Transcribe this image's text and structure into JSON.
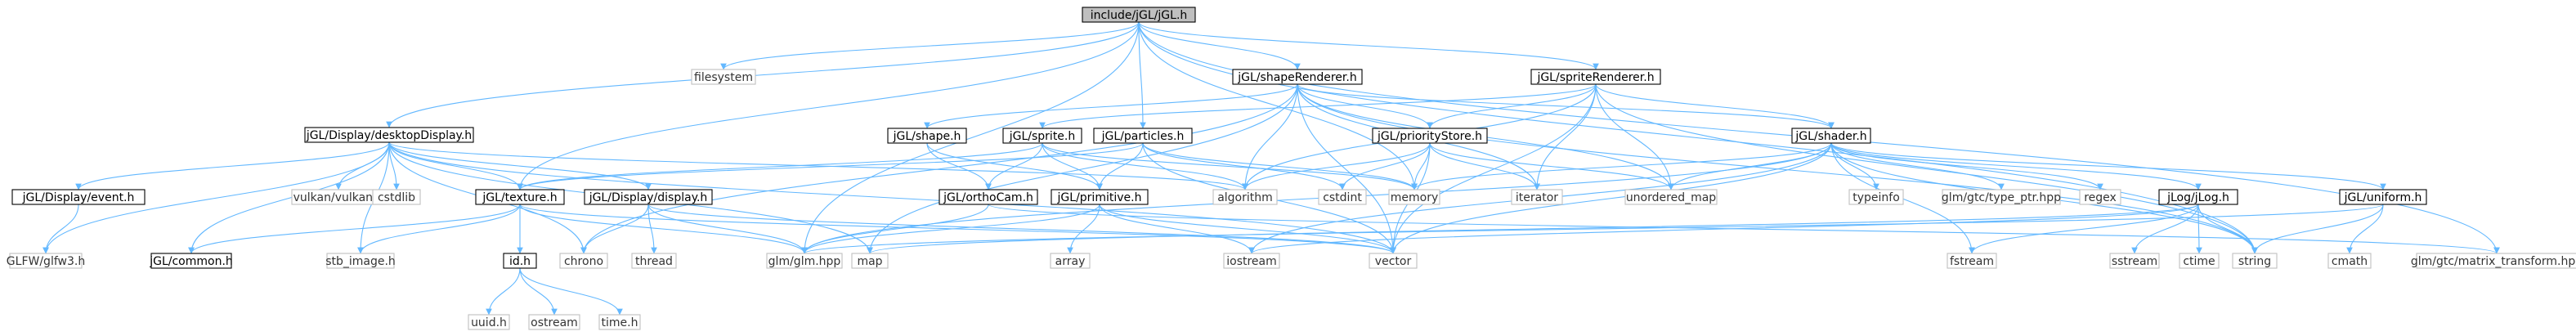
{
  "title": "include/jGL/jGL.h",
  "colors": {
    "edge": "#63b8ff",
    "root_fill": "#bfbfbf",
    "node_fill": "#ffffff",
    "node_border": "#000000",
    "system_border": "#c0c0c0"
  },
  "nodes": [
    {
      "id": "root",
      "label": "include/jGL/jGL.h",
      "kind": "root"
    },
    {
      "id": "filesystem",
      "label": "filesystem",
      "kind": "system"
    },
    {
      "id": "desktopDisplay",
      "label": "jGL/Display/desktopDisplay.h",
      "kind": "project"
    },
    {
      "id": "shapeRenderer",
      "label": "jGL/shapeRenderer.h",
      "kind": "project"
    },
    {
      "id": "spriteRenderer",
      "label": "jGL/spriteRenderer.h",
      "kind": "project"
    },
    {
      "id": "shape",
      "label": "jGL/shape.h",
      "kind": "project"
    },
    {
      "id": "sprite",
      "label": "jGL/sprite.h",
      "kind": "project"
    },
    {
      "id": "particles",
      "label": "jGL/particles.h",
      "kind": "project"
    },
    {
      "id": "priorityStore",
      "label": "jGL/priorityStore.h",
      "kind": "project"
    },
    {
      "id": "shader",
      "label": "jGL/shader.h",
      "kind": "project"
    },
    {
      "id": "event",
      "label": "jGL/Display/event.h",
      "kind": "project"
    },
    {
      "id": "vulkan",
      "label": "vulkan/vulkan.h",
      "kind": "system"
    },
    {
      "id": "cstdlib",
      "label": "cstdlib",
      "kind": "system"
    },
    {
      "id": "texture",
      "label": "jGL/texture.h",
      "kind": "project"
    },
    {
      "id": "display",
      "label": "jGL/Display/display.h",
      "kind": "project"
    },
    {
      "id": "orthoCam",
      "label": "jGL/orthoCam.h",
      "kind": "project"
    },
    {
      "id": "primitive",
      "label": "jGL/primitive.h",
      "kind": "project"
    },
    {
      "id": "algorithm",
      "label": "algorithm",
      "kind": "system"
    },
    {
      "id": "cstdint",
      "label": "cstdint",
      "kind": "system"
    },
    {
      "id": "memory",
      "label": "memory",
      "kind": "system"
    },
    {
      "id": "iterator",
      "label": "iterator",
      "kind": "system"
    },
    {
      "id": "unordered_map",
      "label": "unordered_map",
      "kind": "system"
    },
    {
      "id": "typeinfo",
      "label": "typeinfo",
      "kind": "system"
    },
    {
      "id": "type_ptr",
      "label": "glm/gtc/type_ptr.hpp",
      "kind": "system"
    },
    {
      "id": "regex",
      "label": "regex",
      "kind": "system"
    },
    {
      "id": "jLog",
      "label": "jLog/jLog.h",
      "kind": "project"
    },
    {
      "id": "uniform",
      "label": "jGL/uniform.h",
      "kind": "project"
    },
    {
      "id": "glfw3",
      "label": "GLFW/glfw3.h",
      "kind": "system"
    },
    {
      "id": "common",
      "label": "jGL/common.h",
      "kind": "project"
    },
    {
      "id": "stb_image",
      "label": "stb_image.h",
      "kind": "system"
    },
    {
      "id": "id",
      "label": "id.h",
      "kind": "project"
    },
    {
      "id": "chrono",
      "label": "chrono",
      "kind": "system"
    },
    {
      "id": "thread",
      "label": "thread",
      "kind": "system"
    },
    {
      "id": "glm",
      "label": "glm/glm.hpp",
      "kind": "system"
    },
    {
      "id": "map",
      "label": "map",
      "kind": "system"
    },
    {
      "id": "array",
      "label": "array",
      "kind": "system"
    },
    {
      "id": "iostream",
      "label": "iostream",
      "kind": "system"
    },
    {
      "id": "vector",
      "label": "vector",
      "kind": "system"
    },
    {
      "id": "fstream",
      "label": "fstream",
      "kind": "system"
    },
    {
      "id": "sstream",
      "label": "sstream",
      "kind": "system"
    },
    {
      "id": "ctime",
      "label": "ctime",
      "kind": "system"
    },
    {
      "id": "string",
      "label": "string",
      "kind": "system"
    },
    {
      "id": "cmath",
      "label": "cmath",
      "kind": "system"
    },
    {
      "id": "matrix_transform",
      "label": "glm/gtc/matrix_transform.hpp",
      "kind": "system"
    },
    {
      "id": "uuid",
      "label": "uuid.h",
      "kind": "system"
    },
    {
      "id": "ostream",
      "label": "ostream",
      "kind": "system"
    },
    {
      "id": "time",
      "label": "time.h",
      "kind": "system"
    }
  ],
  "edges": [
    [
      "root",
      "filesystem"
    ],
    [
      "root",
      "desktopDisplay"
    ],
    [
      "root",
      "shapeRenderer"
    ],
    [
      "root",
      "spriteRenderer"
    ],
    [
      "root",
      "particles"
    ],
    [
      "root",
      "texture"
    ],
    [
      "root",
      "glm"
    ],
    [
      "root",
      "memory"
    ],
    [
      "root",
      "string"
    ],
    [
      "root",
      "matrix_transform"
    ],
    [
      "desktopDisplay",
      "event"
    ],
    [
      "desktopDisplay",
      "vulkan"
    ],
    [
      "desktopDisplay",
      "cstdlib"
    ],
    [
      "desktopDisplay",
      "texture"
    ],
    [
      "desktopDisplay",
      "display"
    ],
    [
      "desktopDisplay",
      "glfw3"
    ],
    [
      "desktopDisplay",
      "common"
    ],
    [
      "desktopDisplay",
      "stb_image"
    ],
    [
      "desktopDisplay",
      "chrono"
    ],
    [
      "desktopDisplay",
      "algorithm"
    ],
    [
      "desktopDisplay",
      "map"
    ],
    [
      "desktopDisplay",
      "vector"
    ],
    [
      "shapeRenderer",
      "shape"
    ],
    [
      "shapeRenderer",
      "priorityStore"
    ],
    [
      "shapeRenderer",
      "shader"
    ],
    [
      "shapeRenderer",
      "algorithm"
    ],
    [
      "shapeRenderer",
      "iterator"
    ],
    [
      "shapeRenderer",
      "unordered_map"
    ],
    [
      "shapeRenderer",
      "vector"
    ],
    [
      "shapeRenderer",
      "string"
    ],
    [
      "shapeRenderer",
      "map"
    ],
    [
      "shapeRenderer",
      "chrono"
    ],
    [
      "spriteRenderer",
      "sprite"
    ],
    [
      "spriteRenderer",
      "priorityStore"
    ],
    [
      "spriteRenderer",
      "shader"
    ],
    [
      "spriteRenderer",
      "algorithm"
    ],
    [
      "spriteRenderer",
      "iterator"
    ],
    [
      "spriteRenderer",
      "unordered_map"
    ],
    [
      "spriteRenderer",
      "vector"
    ],
    [
      "spriteRenderer",
      "string"
    ],
    [
      "shape",
      "orthoCam"
    ],
    [
      "shape",
      "primitive"
    ],
    [
      "sprite",
      "texture"
    ],
    [
      "sprite",
      "orthoCam"
    ],
    [
      "sprite",
      "primitive"
    ],
    [
      "sprite",
      "algorithm"
    ],
    [
      "sprite",
      "memory"
    ],
    [
      "particles",
      "primitive"
    ],
    [
      "particles",
      "texture"
    ],
    [
      "particles",
      "memory"
    ],
    [
      "particles",
      "cstdint"
    ],
    [
      "particles",
      "vector"
    ],
    [
      "priorityStore",
      "algorithm"
    ],
    [
      "priorityStore",
      "cstdint"
    ],
    [
      "priorityStore",
      "memory"
    ],
    [
      "priorityStore",
      "iterator"
    ],
    [
      "priorityStore",
      "unordered_map"
    ],
    [
      "priorityStore",
      "vector"
    ],
    [
      "shader",
      "memory"
    ],
    [
      "shader",
      "unordered_map"
    ],
    [
      "shader",
      "typeinfo"
    ],
    [
      "shader",
      "type_ptr"
    ],
    [
      "shader",
      "regex"
    ],
    [
      "shader",
      "jLog"
    ],
    [
      "shader",
      "uniform"
    ],
    [
      "shader",
      "glm"
    ],
    [
      "shader",
      "iostream"
    ],
    [
      "shader",
      "vector"
    ],
    [
      "shader",
      "fstream"
    ],
    [
      "shader",
      "string"
    ],
    [
      "event",
      "glfw3"
    ],
    [
      "texture",
      "common"
    ],
    [
      "texture",
      "stb_image"
    ],
    [
      "texture",
      "id"
    ],
    [
      "texture",
      "glm"
    ],
    [
      "texture",
      "vector"
    ],
    [
      "display",
      "chrono"
    ],
    [
      "display",
      "thread"
    ],
    [
      "display",
      "glm"
    ],
    [
      "display",
      "vector"
    ],
    [
      "orthoCam",
      "glm"
    ],
    [
      "orthoCam",
      "matrix_transform"
    ],
    [
      "primitive",
      "glm"
    ],
    [
      "primitive",
      "array"
    ],
    [
      "primitive",
      "iostream"
    ],
    [
      "primitive",
      "vector"
    ],
    [
      "jLog",
      "map"
    ],
    [
      "jLog",
      "iostream"
    ],
    [
      "jLog",
      "fstream"
    ],
    [
      "jLog",
      "sstream"
    ],
    [
      "jLog",
      "ctime"
    ],
    [
      "jLog",
      "string"
    ],
    [
      "uniform",
      "glm"
    ],
    [
      "uniform",
      "string"
    ],
    [
      "uniform",
      "cmath"
    ],
    [
      "id",
      "uuid"
    ],
    [
      "id",
      "ostream"
    ],
    [
      "id",
      "time"
    ]
  ]
}
